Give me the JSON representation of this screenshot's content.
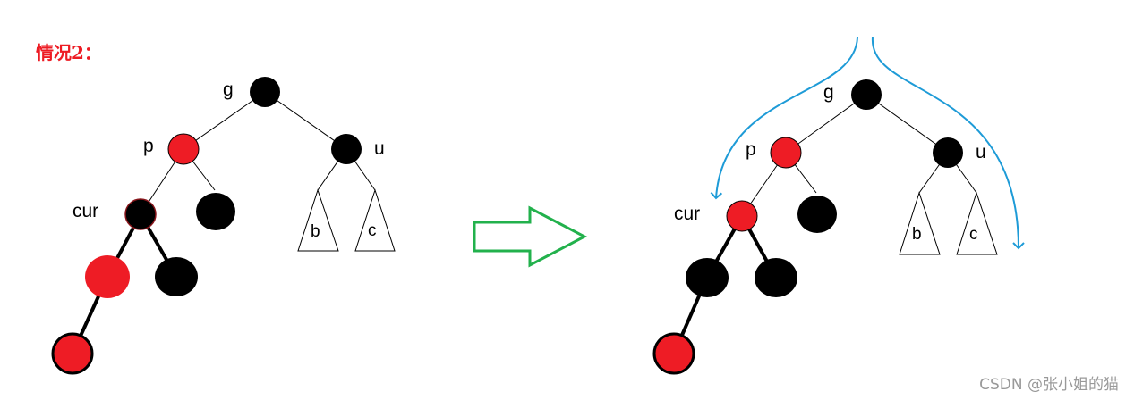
{
  "title": "情况2：",
  "watermark": "CSDN @张小姐的猫",
  "colors": {
    "red_node": "#ee1c25",
    "black_node": "#000000",
    "title": "#ed1c24",
    "arrow": "#22b14c",
    "curve": "#1e9bd7",
    "watermark": "#999999"
  },
  "before": {
    "labels": {
      "g": "g",
      "p": "p",
      "u": "u",
      "cur": "cur",
      "b": "b",
      "c": "c"
    },
    "node_colors": {
      "g": "black",
      "p": "red",
      "u": "black",
      "p_right": "black",
      "cur": "black",
      "cur_left": "red",
      "cur_right": "black",
      "cur_left_left": "red"
    }
  },
  "after": {
    "labels": {
      "g": "g",
      "p": "p",
      "u": "u",
      "cur": "cur",
      "b": "b",
      "c": "c"
    },
    "node_colors": {
      "g": "black",
      "p": "red",
      "u": "black",
      "p_right": "black",
      "cur": "red",
      "cur_left": "black",
      "cur_right": "black",
      "cur_left_left": "red"
    }
  },
  "transition_arrow": {
    "icon": "right-arrow-outline-icon"
  },
  "color_flow_curves": {
    "icon": "curved-arrow-icon",
    "count": 2
  }
}
